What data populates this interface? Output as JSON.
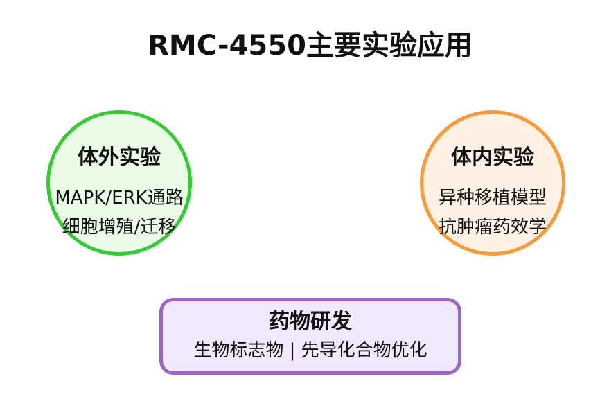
{
  "title": "RMC-4550主要实验应用",
  "in_vitro": {
    "title": "体外实验",
    "line1": "MAPK/ERK通路",
    "line2": "细胞增殖/迁移",
    "border_color": "#33cc33",
    "fill_color": "#eafbe6"
  },
  "in_vivo": {
    "title": "体内实验",
    "line1": "异种移植模型",
    "line2": "抗肿瘤药效学",
    "border_color": "#ff9933",
    "fill_color": "#fff1e3"
  },
  "drug_dev": {
    "title": "药物研发",
    "subtitle": "生物标志物 | 先导化合物优化",
    "border_color": "#9966cc",
    "fill_color": "#f1e8fd"
  }
}
